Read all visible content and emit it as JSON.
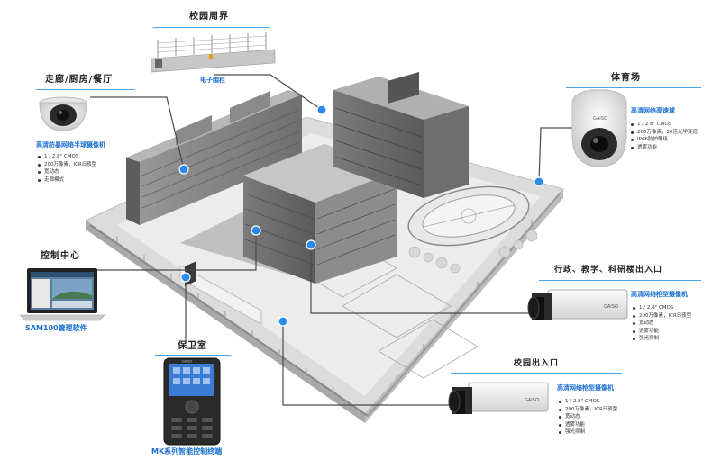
{
  "sections": {
    "perimeter": {
      "title": "校园周界",
      "product": "电子围栏"
    },
    "corridor": {
      "title": "走廊/厨房/餐厅",
      "product": "高清防暴网络半球摄像机",
      "specs": [
        "1 / 2.8\"  CMOS",
        "200万像素，ICR日夜型",
        "宽动态",
        "走廊模式"
      ]
    },
    "gym": {
      "title": "体育场",
      "product": "高清网络高速球",
      "specs": [
        "1 / 2.8\"  CMOS",
        "200万像素，20倍光学变倍",
        "IP66防护等级",
        "透雾功能"
      ]
    },
    "control": {
      "title": "控制中心",
      "product": "SAM100管理软件"
    },
    "admin": {
      "title": "行政、教学、科研楼出入口",
      "product": "高清网络枪型摄像机",
      "specs": [
        "1 / 2.8\"  CMOS",
        "200万像素，ICR日夜型",
        "宽动态",
        "透雾功能",
        "强光抑制"
      ]
    },
    "guard": {
      "title": "保卫室",
      "product": "MK系列智能控制终端"
    },
    "gate": {
      "title": "校园出入口",
      "product": "高清网络枪型摄像机",
      "specs": [
        "1 / 2.8\"  CMOS",
        "200万像素，ICR日夜型",
        "宽动态",
        "透雾功能",
        "强光抑制"
      ]
    }
  },
  "brand": "GAISO",
  "colors": {
    "accent": "#1a6fd1",
    "connector": "#4a4a4a",
    "marker": "#2a8be8"
  }
}
